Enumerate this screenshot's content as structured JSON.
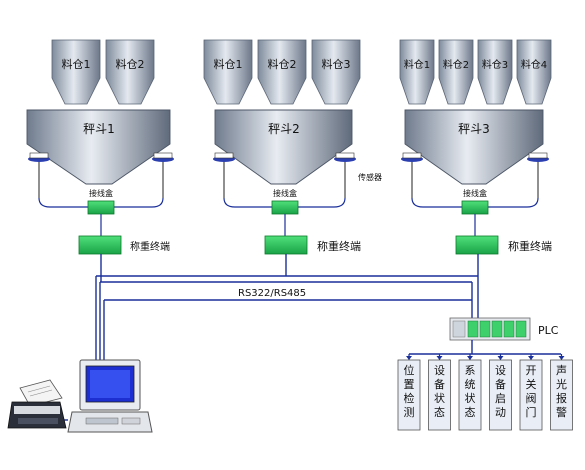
{
  "groups": [
    {
      "silos": [
        "料仓1",
        "料仓2"
      ],
      "hopper": "秤斗1",
      "junction": "接线盒",
      "terminal": "称重终端",
      "sensor": ""
    },
    {
      "silos": [
        "料仓1",
        "料仓2",
        "料仓3"
      ],
      "hopper": "秤斗2",
      "junction": "接线盒",
      "terminal": "称重终端",
      "sensor": "传感器"
    },
    {
      "silos": [
        "料仓1",
        "料仓2",
        "料仓3",
        "料仓4"
      ],
      "hopper": "秤斗3",
      "junction": "接线盒",
      "terminal": "称重终端",
      "sensor": ""
    }
  ],
  "bus_label": "RS322/RS485",
  "plc_label": "PLC",
  "plc_outputs": [
    "位置检测",
    "设备状态",
    "系统状态",
    "设备启动",
    "开关阀门",
    "声光报警"
  ],
  "colors": {
    "bus": "#1a2f9a",
    "module": "#22c455",
    "module_border": "#0a7a2a",
    "silo_light": "#d4dbe6",
    "silo_dark": "#6d7a8c",
    "output_box": "#e9eef6"
  }
}
